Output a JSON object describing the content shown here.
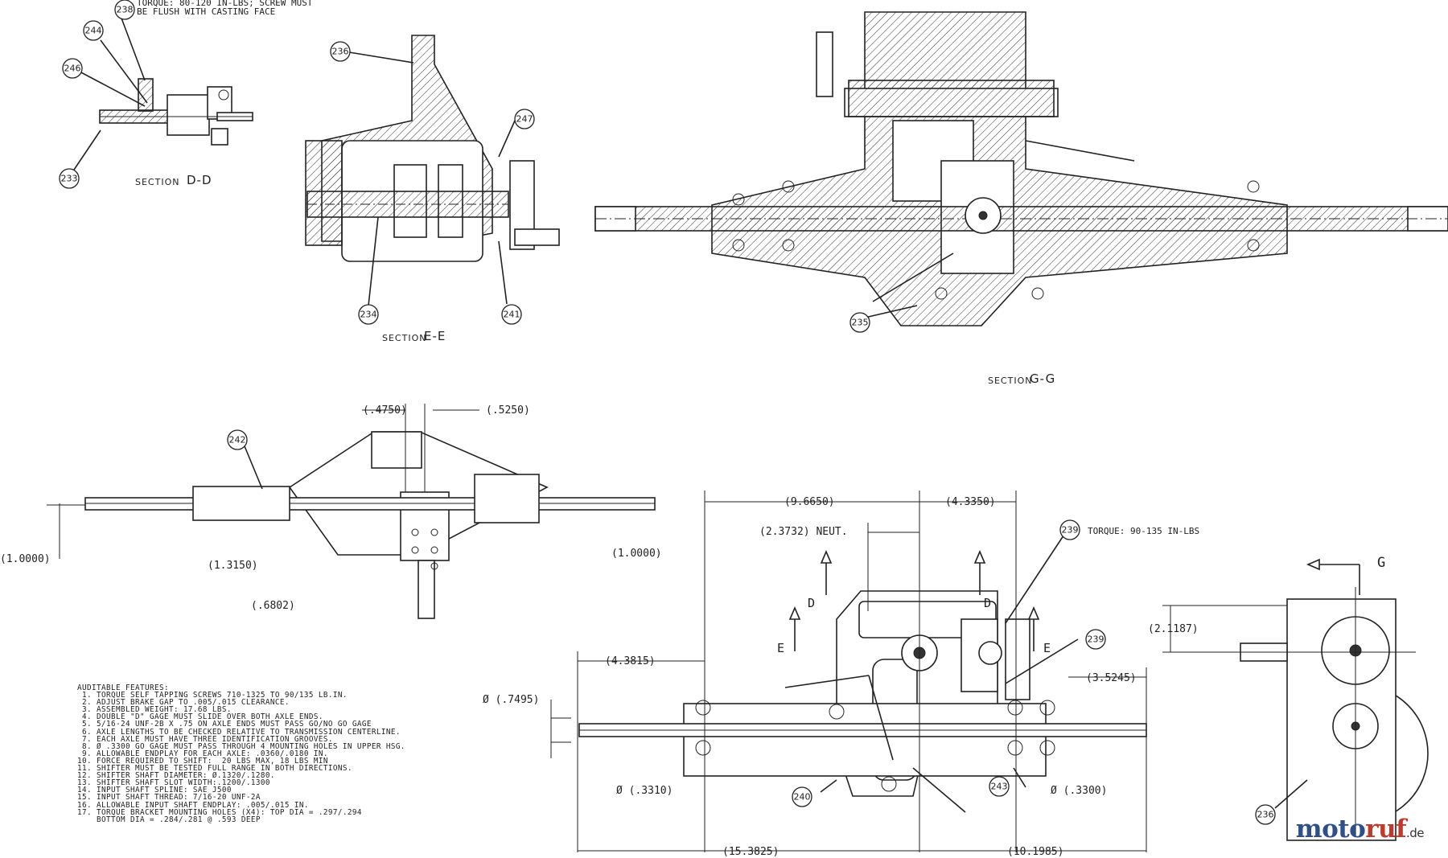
{
  "header_note": {
    "line1": "TORQUE: 80-120 IN-LBS; SCREW MUST",
    "line2": "BE FLUSH WITH CASTING FACE"
  },
  "sections": {
    "d": {
      "prefix": "SECTION",
      "letter": "D-D"
    },
    "e": {
      "prefix": "SECTION",
      "letter": "E-E"
    },
    "g": {
      "prefix": "SECTION",
      "letter": "G-G"
    }
  },
  "callouts": [
    {
      "id": "238"
    },
    {
      "id": "244"
    },
    {
      "id": "246"
    },
    {
      "id": "233"
    },
    {
      "id": "236"
    },
    {
      "id": "247"
    },
    {
      "id": "234"
    },
    {
      "id": "241"
    },
    {
      "id": "235"
    },
    {
      "id": "242"
    },
    {
      "id": "239"
    },
    {
      "id": "239"
    },
    {
      "id": "240"
    },
    {
      "id": "243"
    },
    {
      "id": "236"
    }
  ],
  "torque_note_239": "TORQUE: 90-135 IN-LBS",
  "view_letters": {
    "g": "G",
    "d1": "D",
    "d2": "D",
    "e1": "E",
    "e2": "E"
  },
  "dimensions": {
    "d4750": "(.4750)",
    "d5250": "(.5250)",
    "d10000a": "(1.0000)",
    "d10000b": "(1.0000)",
    "d13150": "(1.3150)",
    "d6802": "(.6802)",
    "d96650": "(9.6650)",
    "d43350": "(4.3350)",
    "d23732": "(2.3732) NEUT.",
    "d43815": "(4.3815)",
    "d7495": "Ø (.7495)",
    "d35245": "(3.5245)",
    "d21187": "(2.1187)",
    "d3310": "Ø (.3310)",
    "d3300": "Ø (.3300)",
    "d153825": "(15.3825)",
    "d101985": "(10.1985)"
  },
  "auditable_features": {
    "title": "AUDITABLE FEATURES:",
    "items": [
      " 1. TORQUE SELF TAPPING SCREWS 710-1325 TO 90/135 LB.IN.",
      " 2. ADJUST BRAKE GAP TO .005/.015 CLEARANCE.",
      " 3. ASSEMBLED WEIGHT: 17.68 LBS.",
      " 4. DOUBLE \"D\" GAGE MUST SLIDE OVER BOTH AXLE ENDS.",
      " 5. 5/16-24 UNF-2B X .75 ON AXLE ENDS MUST PASS GO/NO GO GAGE",
      " 6. AXLE LENGTHS TO BE CHECKED RELATIVE TO TRANSMISSION CENTERLINE.",
      " 7. EACH AXLE MUST HAVE THREE IDENTIFICATION GROOVES.",
      " 8. Ø .3300 GO GAGE MUST PASS THROUGH 4 MOUNTING HOLES IN UPPER HSG.",
      " 9. ALLOWABLE ENDPLAY FOR EACH AXLE: .0360/.0180 IN.",
      "10. FORCE REQUIRED TO SHIFT:  20 LBS MAX, 18 LBS MIN",
      "11. SHIFTER MUST BE TESTED FULL RANGE IN BOTH DIRECTIONS.",
      "12. SHIFTER SHAFT DIAMETER: Ø.1320/.1280.",
      "13. SHIFTER SHAFT SLOT WIDTH:.1200/.1300",
      "14. INPUT SHAFT SPLINE: SAE J500",
      "15. INPUT SHAFT THREAD: 7/16-20 UNF-2A",
      "16. ALLOWABLE INPUT SHAFT ENDPLAY: .005/.015 IN.",
      "17. TORQUE BRACKET MOUNTING HOLES (X4): TOP DIA = .297/.294",
      "    BOTTOM DIA = .284/.281 @ .593 DEEP"
    ]
  },
  "watermark": {
    "part1": "moto",
    "part2": "ruf",
    "suffix": ".de"
  },
  "colors": {
    "ink": "#222222",
    "logo_red": "#c0392b",
    "logo_blue": "#2d4f8a"
  }
}
